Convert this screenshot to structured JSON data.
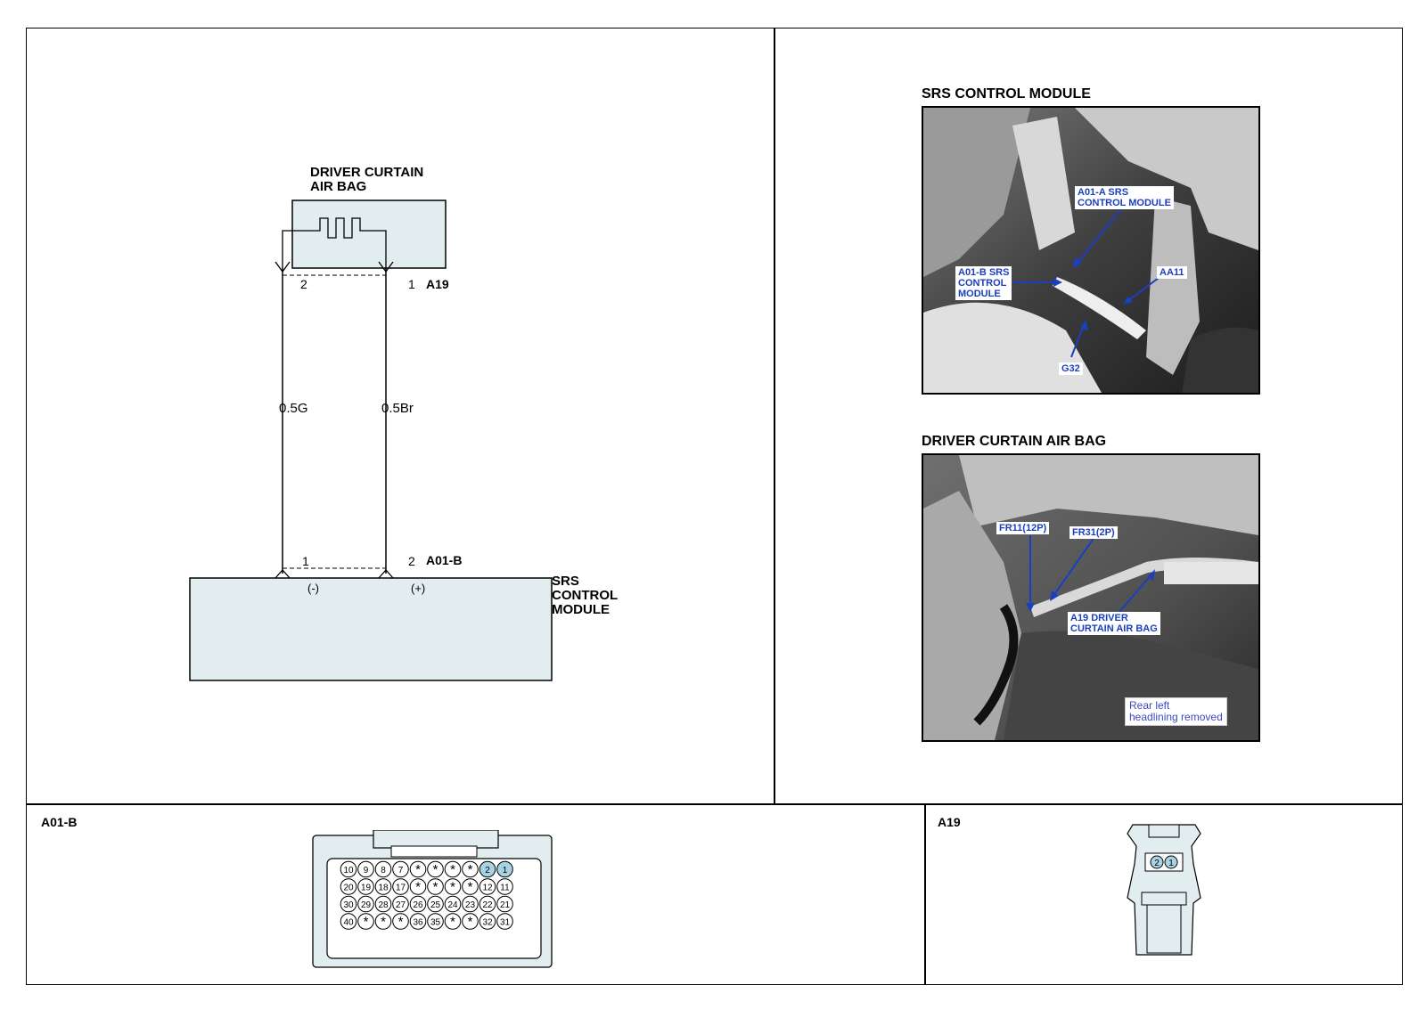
{
  "diagram": {
    "component_top": {
      "label": "DRIVER CURTAIN\nAIR BAG",
      "connector": "A19",
      "pins": [
        "2",
        "1"
      ]
    },
    "component_bottom": {
      "label": "SRS\nCONTROL\nMODULE",
      "connector": "A01-B",
      "pins": [
        "1",
        "2"
      ],
      "polarity": [
        "(-)",
        "(+)"
      ]
    },
    "wires": [
      {
        "label": "0.5G"
      },
      {
        "label": "0.5Br"
      }
    ],
    "colors": {
      "module_fill": "#e2edf0",
      "highlight_pin": "#a9d3e3",
      "callout_text": "#1a3fbf"
    }
  },
  "photos": [
    {
      "title": "SRS CONTROL MODULE",
      "callouts": [
        "A01-A SRS\nCONTROL MODULE",
        "A01-B SRS\nCONTROL\nMODULE",
        "AA11",
        "G32"
      ]
    },
    {
      "title": "DRIVER CURTAIN AIR BAG",
      "callouts": [
        "FR11(12P)",
        "FR31(2P)",
        "A19 DRIVER\nCURTAIN AIR BAG"
      ],
      "note": "Rear left\nheadlining removed"
    }
  ],
  "connectors": {
    "a01b": {
      "title": "A01-B",
      "rows": [
        [
          "10",
          "9",
          "8",
          "7",
          "*",
          "*",
          "*",
          "*",
          "2",
          "1"
        ],
        [
          "20",
          "19",
          "18",
          "17",
          "*",
          "*",
          "*",
          "*",
          "12",
          "11"
        ],
        [
          "30",
          "29",
          "28",
          "27",
          "26",
          "25",
          "24",
          "23",
          "22",
          "21"
        ],
        [
          "40",
          "*",
          "*",
          "*",
          "36",
          "35",
          "*",
          "*",
          "32",
          "31"
        ]
      ],
      "highlighted": [
        "2",
        "1"
      ]
    },
    "a19": {
      "title": "A19",
      "pins": [
        "2",
        "1"
      ]
    }
  }
}
